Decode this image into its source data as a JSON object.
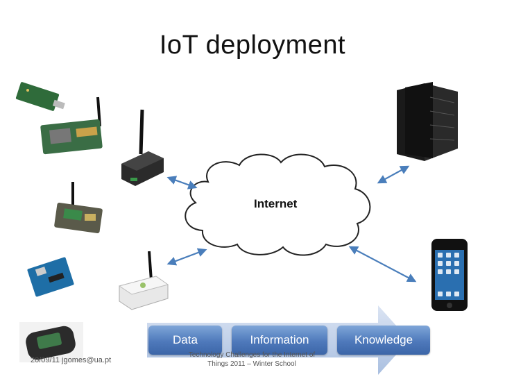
{
  "title": "IoT deployment",
  "cloud_label": "Internet",
  "process_steps": [
    "Data",
    "Information",
    "Knowledge"
  ],
  "footer": {
    "date_email": "20/09/11   jgomes@ua.pt",
    "center_line1": "Technology Challenges for the Internet of",
    "center_line2": "Things 2011 – Winter School"
  },
  "icons": [
    "sensor-board-icon",
    "zigbee-module-icon",
    "radio-board-icon",
    "arduino-icon",
    "gateway-router-icon",
    "wifi-router-icon",
    "server-rack-icon",
    "smartphone-icon",
    "wearable-sensor-icon",
    "internet-cloud-icon"
  ],
  "colors": {
    "arrow": "#4a7ebb",
    "chevron": "#4e79bb",
    "process_arrow": "#b9c9e4"
  }
}
